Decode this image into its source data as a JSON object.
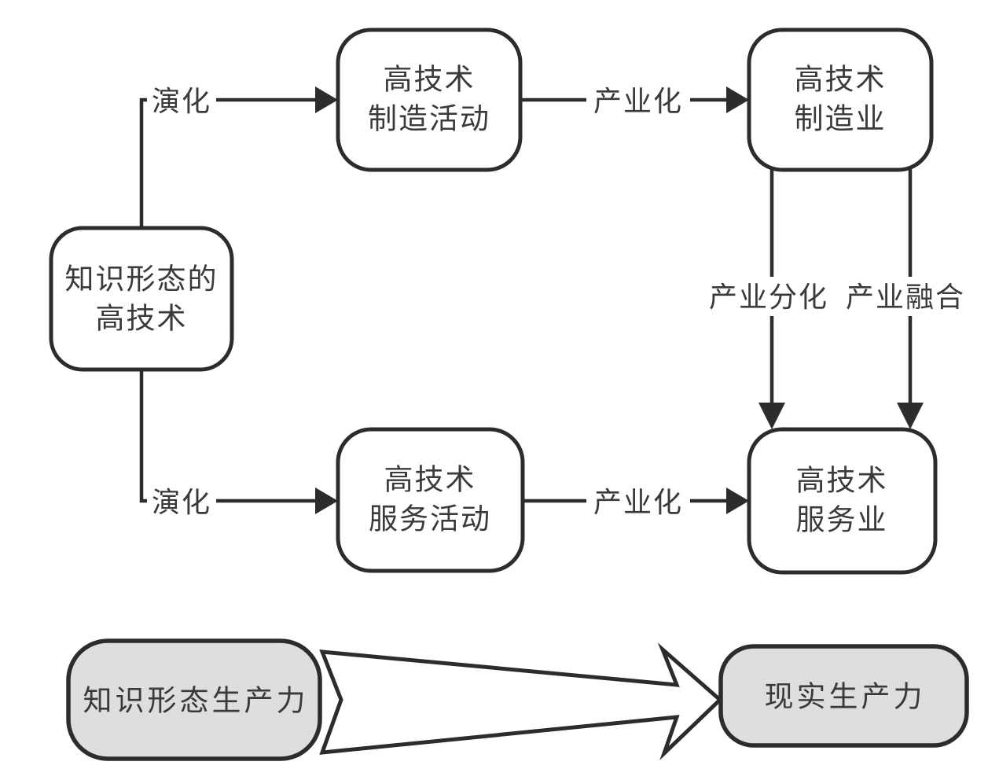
{
  "figure": {
    "background": "#ffffff",
    "colors": {
      "page-bg": "#ffffff",
      "line-color": "#2c2c2e",
      "node-fill": "#ffffff",
      "gray-fill": "#dedede",
      "text-color": "#3a3a3c"
    },
    "nodes": {
      "knowledge_hightech": {
        "line1": "知识形态的",
        "line2": "高技术"
      },
      "mfg_activity": {
        "line1": "高技术",
        "line2": "制造活动"
      },
      "mfg_industry": {
        "line1": "高技术",
        "line2": "制造业"
      },
      "svc_activity": {
        "line1": "高技术",
        "line2": "服务活动"
      },
      "svc_industry": {
        "line1": "高技术",
        "line2": "服务业"
      },
      "knowledge_productivity": {
        "label": "知识形态生产力"
      },
      "real_productivity": {
        "label": "现实生产力"
      }
    },
    "edges": {
      "evolution_top": "演化",
      "industrialization_top": "产业化",
      "evolution_bottom": "演化",
      "industrialization_bottom": "产业化",
      "differentiation": "产业分化",
      "fusion": "产业融合"
    }
  }
}
